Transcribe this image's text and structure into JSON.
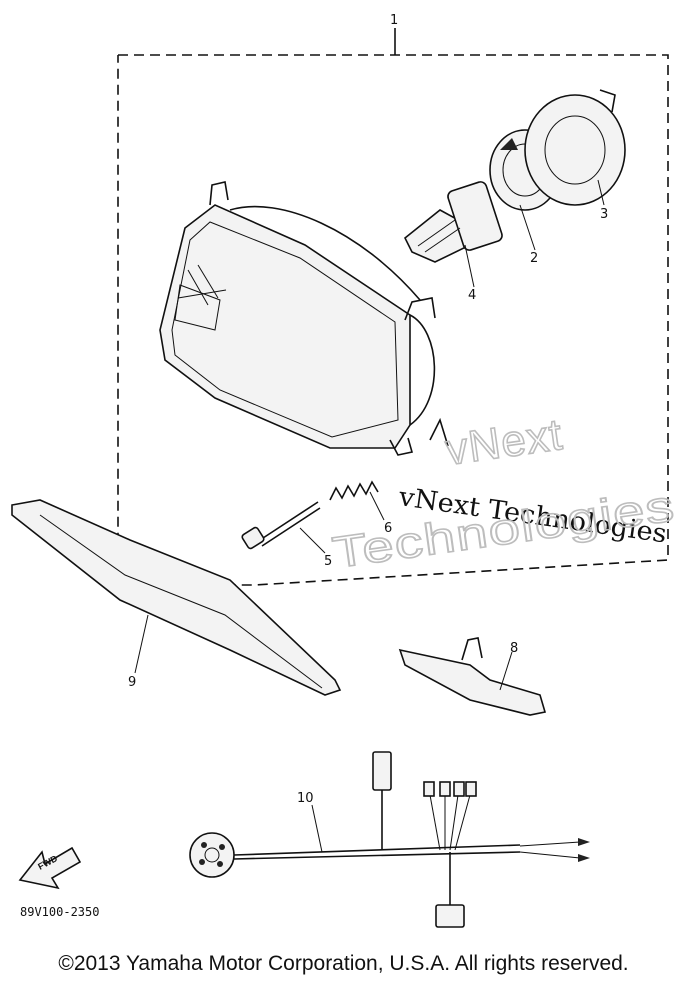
{
  "diagram": {
    "callouts": {
      "c1": "1",
      "c2": "2",
      "c3": "3",
      "c4": "4",
      "c5": "5",
      "c6": "6",
      "c8": "8",
      "c9": "9",
      "c10": "10"
    },
    "watermark": {
      "line1": "vNext Technologies",
      "line2a": "vNext",
      "line2b": "Technologies"
    },
    "direction_arrow_label": "FWD",
    "diagram_code": "89V100-2350"
  },
  "footer": {
    "copyright": "©2013 Yamaha Motor Corporation, U.S.A. All rights reserved."
  }
}
